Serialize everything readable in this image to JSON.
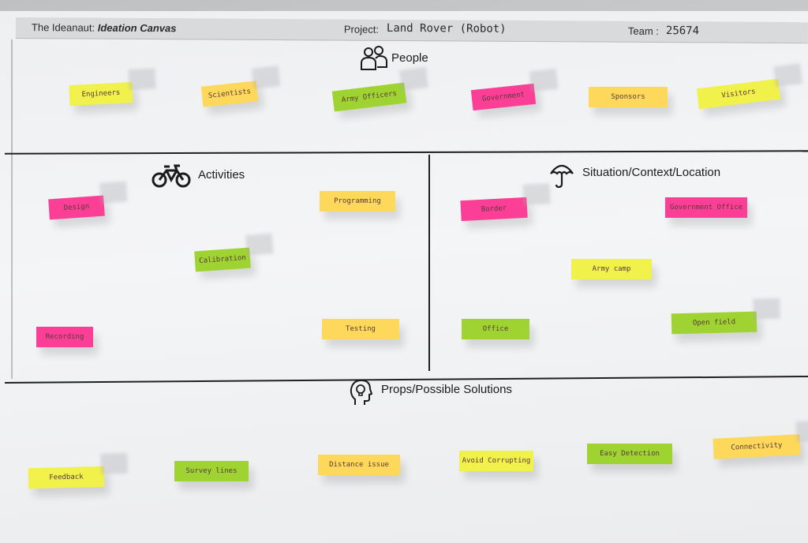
{
  "header": {
    "brand_prefix": "The Ideanaut:",
    "brand_title": "Ideation Canvas",
    "project_label": "Project:",
    "project_value": "Land Rover (Robot)",
    "team_label": "Team :",
    "team_value": "25674"
  },
  "sections": {
    "people": {
      "title": "People",
      "icon": "people-icon",
      "notes": [
        {
          "text": "Engineers",
          "color": "#f1f14c"
        },
        {
          "text": "Scientists",
          "color": "#fdd85a"
        },
        {
          "text": "Army Officers",
          "color": "#9fd332"
        },
        {
          "text": "Government",
          "color": "#fb3f96"
        },
        {
          "text": "Sponsors",
          "color": "#fdd85a"
        },
        {
          "text": "Visitors",
          "color": "#f1f14c"
        }
      ]
    },
    "activities": {
      "title": "Activities",
      "icon": "bicycle-icon",
      "notes": [
        {
          "text": "Design",
          "color": "#fb3f96"
        },
        {
          "text": "Programming",
          "color": "#fdd85a"
        },
        {
          "text": "Calibration",
          "color": "#9fd332"
        },
        {
          "text": "Recording",
          "color": "#fb3f96"
        },
        {
          "text": "Testing",
          "color": "#fdd85a"
        }
      ]
    },
    "situation": {
      "title": "Situation/Context/Location",
      "icon": "umbrella-icon",
      "notes": [
        {
          "text": "Border",
          "color": "#fb3f96"
        },
        {
          "text": "Government Office",
          "color": "#fb3f96"
        },
        {
          "text": "Army camp",
          "color": "#f1f14c"
        },
        {
          "text": "Office",
          "color": "#9fd332"
        },
        {
          "text": "Open field",
          "color": "#9fd332"
        }
      ]
    },
    "props": {
      "title": "Props/Possible Solutions",
      "icon": "lightbulb-head-icon",
      "notes": [
        {
          "text": "Feedback",
          "color": "#f1f14c"
        },
        {
          "text": "Survey lines",
          "color": "#9fd332"
        },
        {
          "text": "Distance issue",
          "color": "#fdd85a"
        },
        {
          "text": "Avoid Corrupting",
          "color": "#f1f14c"
        },
        {
          "text": "Easy Detection",
          "color": "#9fd332"
        },
        {
          "text": "Connectivity",
          "color": "#fdd85a"
        }
      ]
    }
  }
}
